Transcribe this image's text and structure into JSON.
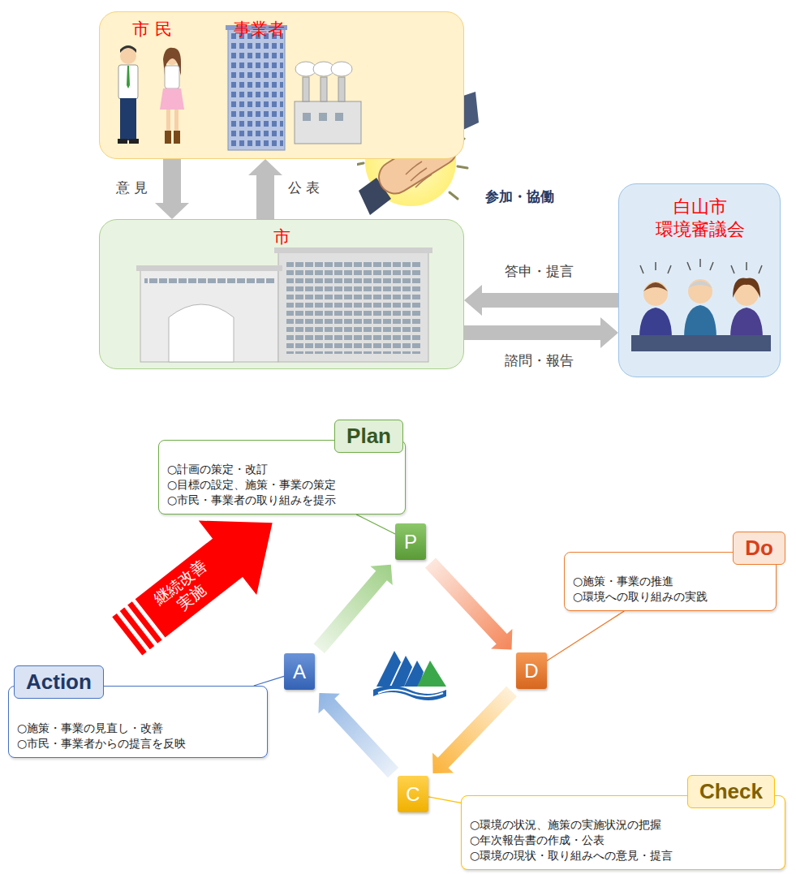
{
  "diagram": {
    "nodes": [
      {
        "text": [
          "市 民",
          "事業者"
        ]
      },
      {
        "text": [
          "市"
        ]
      },
      {
        "text": [
          "白山市 環境審議会"
        ]
      },
      {
        "text": [
          "P"
        ]
      },
      {
        "text": [
          "D"
        ]
      },
      {
        "text": [
          "C"
        ]
      },
      {
        "text": [
          "A"
        ]
      },
      {
        "text": [
          "Plan",
          "○計画の策定・改訂",
          "○目標の設定、施策・事業の策定",
          "○市民・事業者の取り組みを提示"
        ]
      },
      {
        "text": [
          "Do",
          "○施策・事業の推進",
          "○環境への取り組みの実践"
        ]
      },
      {
        "text": [
          "Check",
          "○環境の状況、施策の実施状況の把握",
          "○年次報告書の作成・公表",
          "○環境の現状・取り組みへの意見・提言"
        ]
      },
      {
        "text": [
          "Action",
          "○施策・事業の見直し・改善",
          "○市民・事業者からの提言を反映"
        ]
      }
    ],
    "edges": [
      {
        "from": 0,
        "to": 1,
        "arrow": "to",
        "label": "意 見"
      },
      {
        "from": 1,
        "to": 0,
        "arrow": "to",
        "label": "公 表"
      },
      {
        "from": 2,
        "to": 1,
        "arrow": "to",
        "label": "答申・提言"
      },
      {
        "from": 1,
        "to": 2,
        "arrow": "to",
        "label": "諮問・報告"
      },
      {
        "from": 3,
        "to": 4,
        "arrow": "to"
      },
      {
        "from": 4,
        "to": 5,
        "arrow": "to"
      },
      {
        "from": 5,
        "to": 6,
        "arrow": "to"
      },
      {
        "from": 6,
        "to": 3,
        "arrow": "to"
      },
      {
        "from": 7,
        "to": 3,
        "arrow": "none"
      },
      {
        "from": 8,
        "to": 4,
        "arrow": "none"
      },
      {
        "from": 9,
        "to": 5,
        "arrow": "none"
      },
      {
        "from": 10,
        "to": 6,
        "arrow": "none"
      }
    ],
    "labels": [
      "参加・協働",
      "継続改善 実施"
    ]
  }
}
